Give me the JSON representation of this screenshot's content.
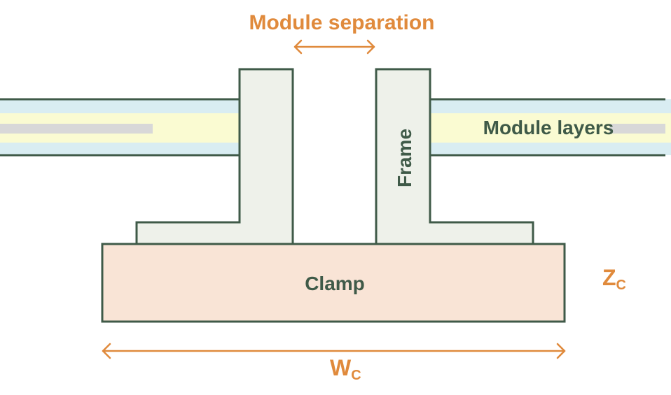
{
  "labels": {
    "module_separation": "Module separation",
    "module_layers": "Module layers",
    "frame": "Frame",
    "clamp": "Clamp",
    "zc_main": "Z",
    "zc_sub": "C",
    "wc_main": "W",
    "wc_sub": "C"
  },
  "colors": {
    "outline": "#3f5a48",
    "label_green": "#3f5a48",
    "accent_orange": "#e08a3c",
    "frame_fill": "#eef1ea",
    "clamp_fill": "#f9e4d6",
    "layer_blue": "#d9edf2",
    "layer_yellow": "#fafbd2",
    "layer_grey": "#d8d8d8"
  }
}
